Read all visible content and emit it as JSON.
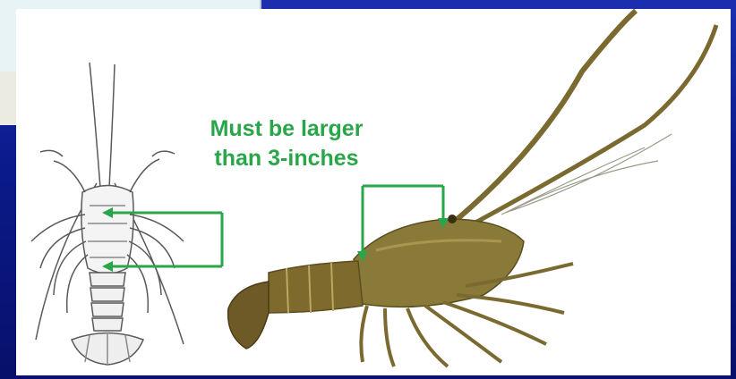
{
  "caption": {
    "line1": "Must be larger",
    "line2": "than 3-inches"
  },
  "colors": {
    "slide_background": "#0b1a8a",
    "annotation_green": "#2aa64a",
    "sketch_stroke": "#555555",
    "lobster_body": "#8a7a3a",
    "lobster_tail": "#6e5a26"
  },
  "figures": {
    "left": "lobster-sketch-dorsal-view",
    "right": "lobster-illustration-side-view"
  }
}
